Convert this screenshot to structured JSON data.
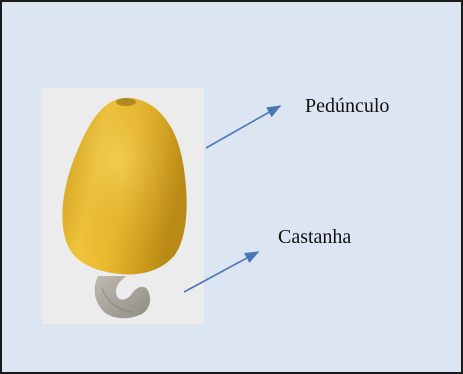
{
  "labels": {
    "peduncle": "Pedúnculo",
    "nut": "Castanha"
  },
  "colors": {
    "background": "#dce6f2",
    "arrow": "#4a76b8",
    "photo_background": "#ececec",
    "apple_yellow": "#e8b62a",
    "nut_gray": "#a9a79d"
  },
  "icons": {
    "photo": "cashew-fruit-photo"
  }
}
